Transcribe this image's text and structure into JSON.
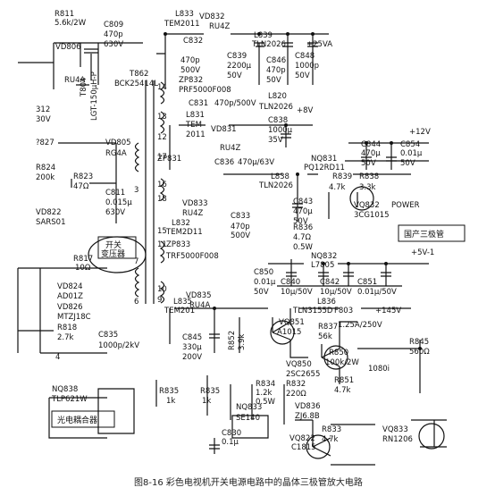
{
  "caption": "图8-16  彩色电视机开关电源电路中的晶体三极管放大电路",
  "callouts": {
    "transformer": [
      "开关",
      "变压器"
    ],
    "transistor": "国产三极管",
    "optocoupler": "光电耦合器"
  },
  "labels": {
    "r811": "R811",
    "r811v": "5.6k/2W",
    "c809": "C809",
    "c809v1": "470p",
    "c809v2": "630V",
    "vd806": "VD806",
    "ru4a1": "RU4A",
    "t804": "T804",
    "lgt": "LGT-150μH-P",
    "r812": "312",
    "r812v": "30V",
    "c827": "?827",
    "r824": "R824",
    "r824v": "200k",
    "r823": "R823",
    "r823v": "47Ω",
    "vd822": "VD822",
    "sars01": "SARS01",
    "r817": "R817",
    "r817v": "10Ω",
    "vd824": "VD824",
    "ad01z": "AD01Z",
    "vd826": "VD826",
    "mtzj18c": "MTZJ18C",
    "r818": "R818",
    "r818v": "2.7k",
    "t862": "T862",
    "bck": "BCK25414L",
    "vd805": "VD805",
    "rg4a": "RG4A",
    "c811": "C811",
    "c811v1": "0.015μ",
    "c811v2": "630V",
    "l833": "L833",
    "tem2011a": "TEM2011",
    "vd832": "VD832",
    "ru4z1": "RU4Z",
    "c832": "C832",
    "c832v1": "470p",
    "c832v2": "500V",
    "zp832": "ZP832",
    "prf": "PRF5000F008",
    "c839": "C839",
    "c839v1": "2200μ",
    "c839v2": "50V",
    "l839": "L839",
    "tln2026a": "TLN2026",
    "c846": "C846",
    "c846v1": "470p",
    "c846v2": "50V",
    "c848": "C848",
    "c848v1": "1000p",
    "c848v2": "50V",
    "v25": "+25VA",
    "c831": "C831",
    "c831v": "470p/500V",
    "l831": "L831",
    "tem1": "TEM",
    "tem2": "2011",
    "vd831": "VD831",
    "ru4z2": "RU4Z",
    "l820": "L820",
    "tln2026b": "TLN2026",
    "c838": "C838",
    "c838v1": "1000μ",
    "c838v2": "35V",
    "v8": "+8V",
    "zp831": "ZP831",
    "c836": "C836",
    "c836v": "470μ/63V",
    "l838": "L838",
    "tln2026c": "TLN2026",
    "nq831": "NQ831",
    "pq12": "PQ12RD11",
    "v12": "+12V",
    "c844": "C844",
    "c844v1": "470μ",
    "c844v2": "50V",
    "c854": "C854",
    "c854v1": "0.01μ",
    "c854v2": "50V",
    "r839": "R839",
    "r839v": "4.7k",
    "r838": "R838",
    "r838v": "3.3k",
    "vq832": "VQ832",
    "cg1015": "3CG1015",
    "power": "POWER",
    "vd833": "VD833",
    "ru4z3": "RU4Z",
    "c843": "C843",
    "c843v1": "470μ",
    "c843v2": "50V",
    "l832": "L832",
    "tem2d11": "TEM2D11",
    "c833": "C833",
    "c833v1": "470p",
    "c833v2": "500V",
    "zp833": "ZP833",
    "trf": "TRF5000F008",
    "r836": "R836",
    "r836v1": "4.7Ω",
    "r836v2": "0.5W",
    "nq832": "NQ832",
    "l7805": "L7805",
    "v5": "+5V-1",
    "c850": "C850",
    "c850v1": "0.01μ",
    "c850v2": "50V",
    "c840": "C840",
    "c840v": "10μ/50V",
    "c842": "C842",
    "c842v": "10μ/50V",
    "c851": "C851",
    "c851v": "0.01μ/50V",
    "l835": "L835",
    "tem201": "TEM201",
    "vd835": "VD835",
    "ru4a2": "RU4A",
    "l836": "L836",
    "tln3155d": "TLN3155D",
    "f803": "F803",
    "f803v": "1.25A/250V",
    "v145": "+145V",
    "c835": "C835",
    "c835v": "1000p/2kV",
    "c845": "C845",
    "c845v1": "330μ",
    "c845v2": "200V",
    "r852": "R852",
    "r852v": "3.9k",
    "vq851": "VQ851",
    "a1015": "A1015",
    "r837": "R837",
    "r837v": "56k",
    "r850": "R850",
    "r850v": "100k/2W",
    "r845": "R845",
    "r845v": "560Ω",
    "vq850": "VQ850",
    "sc2655": "2SC2655",
    "r851": "R851",
    "r851v": "4.7k",
    "v1080": "1080i",
    "r834": "R834",
    "r834v1": "1.2k",
    "r834v2": "0.5W",
    "r832": "R832",
    "r832v": "220Ω",
    "vd836": "VD836",
    "zj68": "ZJ6.8B",
    "nq838": "NQ838",
    "tlp621": "TLP621W",
    "r835a": "R835",
    "r835av": "1k",
    "r835b": "R835",
    "r835bv": "1k",
    "nq833": "NQ833",
    "se140": "SE140",
    "c830": "C830",
    "c830v": "0.1μ",
    "vq822": "VQ822",
    "c1815": "C1815",
    "r833": "R833",
    "r833v": "4.7k",
    "vq833": "VQ833",
    "rn1206": "RN1206",
    "pin14": "14",
    "pin13": "13",
    "pin12": "12",
    "pin17": "17",
    "pin16": "16",
    "pin18": "18",
    "pin15": "15",
    "pin11": "11",
    "pin10": "10",
    "pin9": "9",
    "pin3": "3",
    "pin7": "7",
    "pin6": "6",
    "pin4": "4"
  }
}
